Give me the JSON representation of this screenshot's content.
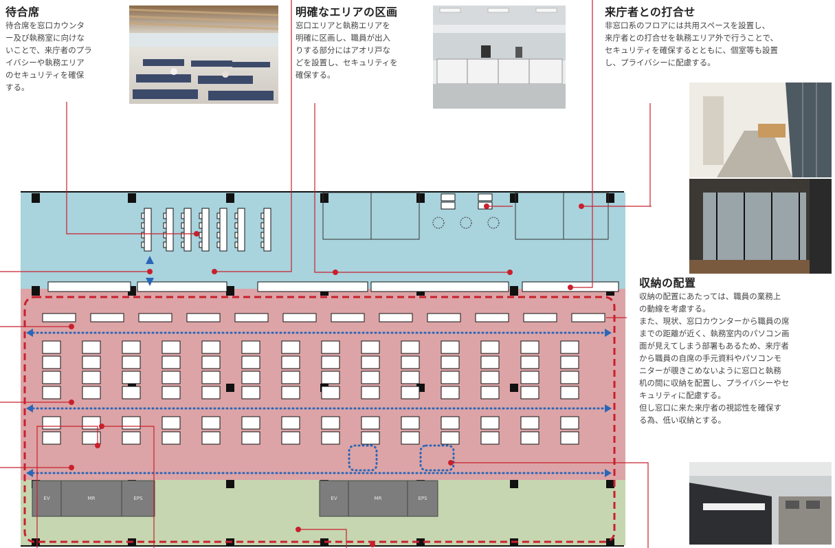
{
  "waiting": {
    "title": "待合席",
    "lines": [
      "待合席を窓口カウンタ",
      "ー及び執務室に向けな",
      "いことで、来庁者のプラ",
      "イバシーや執務エリア",
      "のセキュリティを確保",
      "する。"
    ]
  },
  "zoning": {
    "title": "明確なエリアの区画",
    "lines": [
      "窓口エリアと執務エリアを",
      "明確に区画し、職員が出入",
      "りする部分にはアオリ戸な",
      "どを設置し、セキュリティを",
      "確保する。"
    ]
  },
  "meeting": {
    "title": "来庁者との打合せ",
    "lines": [
      "非窓口系のフロアには共用スペースを設置し、",
      "来庁者との打合せを執務エリア外で行うことで、",
      "セキュリティを確保するとともに、個室等も設置",
      "し、プライバシーに配慮する。"
    ]
  },
  "storage": {
    "title": "収納の配置",
    "lines": [
      "収納の配置にあたっては、職員の業務上",
      "の動線を考慮する。",
      "また、現状、窓口カウンターから職員の席",
      "までの距離が近く、執務室内のパソコン画",
      "面が見えてしまう部署もあるため、来庁者",
      "から職員の自席の手元資料やパソコンモ",
      "ニターが覗きこめないように窓口と執務",
      "机の間に収納を配置し、プライバシーやセ",
      "キュリティに配慮する。",
      "但し窓口に来た来庁者の視認性を確保す",
      "る為、低い収納とする。"
    ]
  },
  "rooms": {
    "ev1": "EV",
    "mr1": "MR",
    "eps1": "EPS",
    "ev2": "EV",
    "mr2": "MR",
    "eps2": "EPS"
  },
  "colors": {
    "waiting_zone": "#a9d3dd",
    "office_zone": "#dca4a6",
    "support_zone": "#c6d6b0",
    "leader_red": "#c8202d",
    "flow_blue": "#2a66b8",
    "wall": "#111111",
    "room_gray": "#7d7d7d"
  },
  "icons": [
    "flow-arrow-icon",
    "leader-dot-icon"
  ]
}
